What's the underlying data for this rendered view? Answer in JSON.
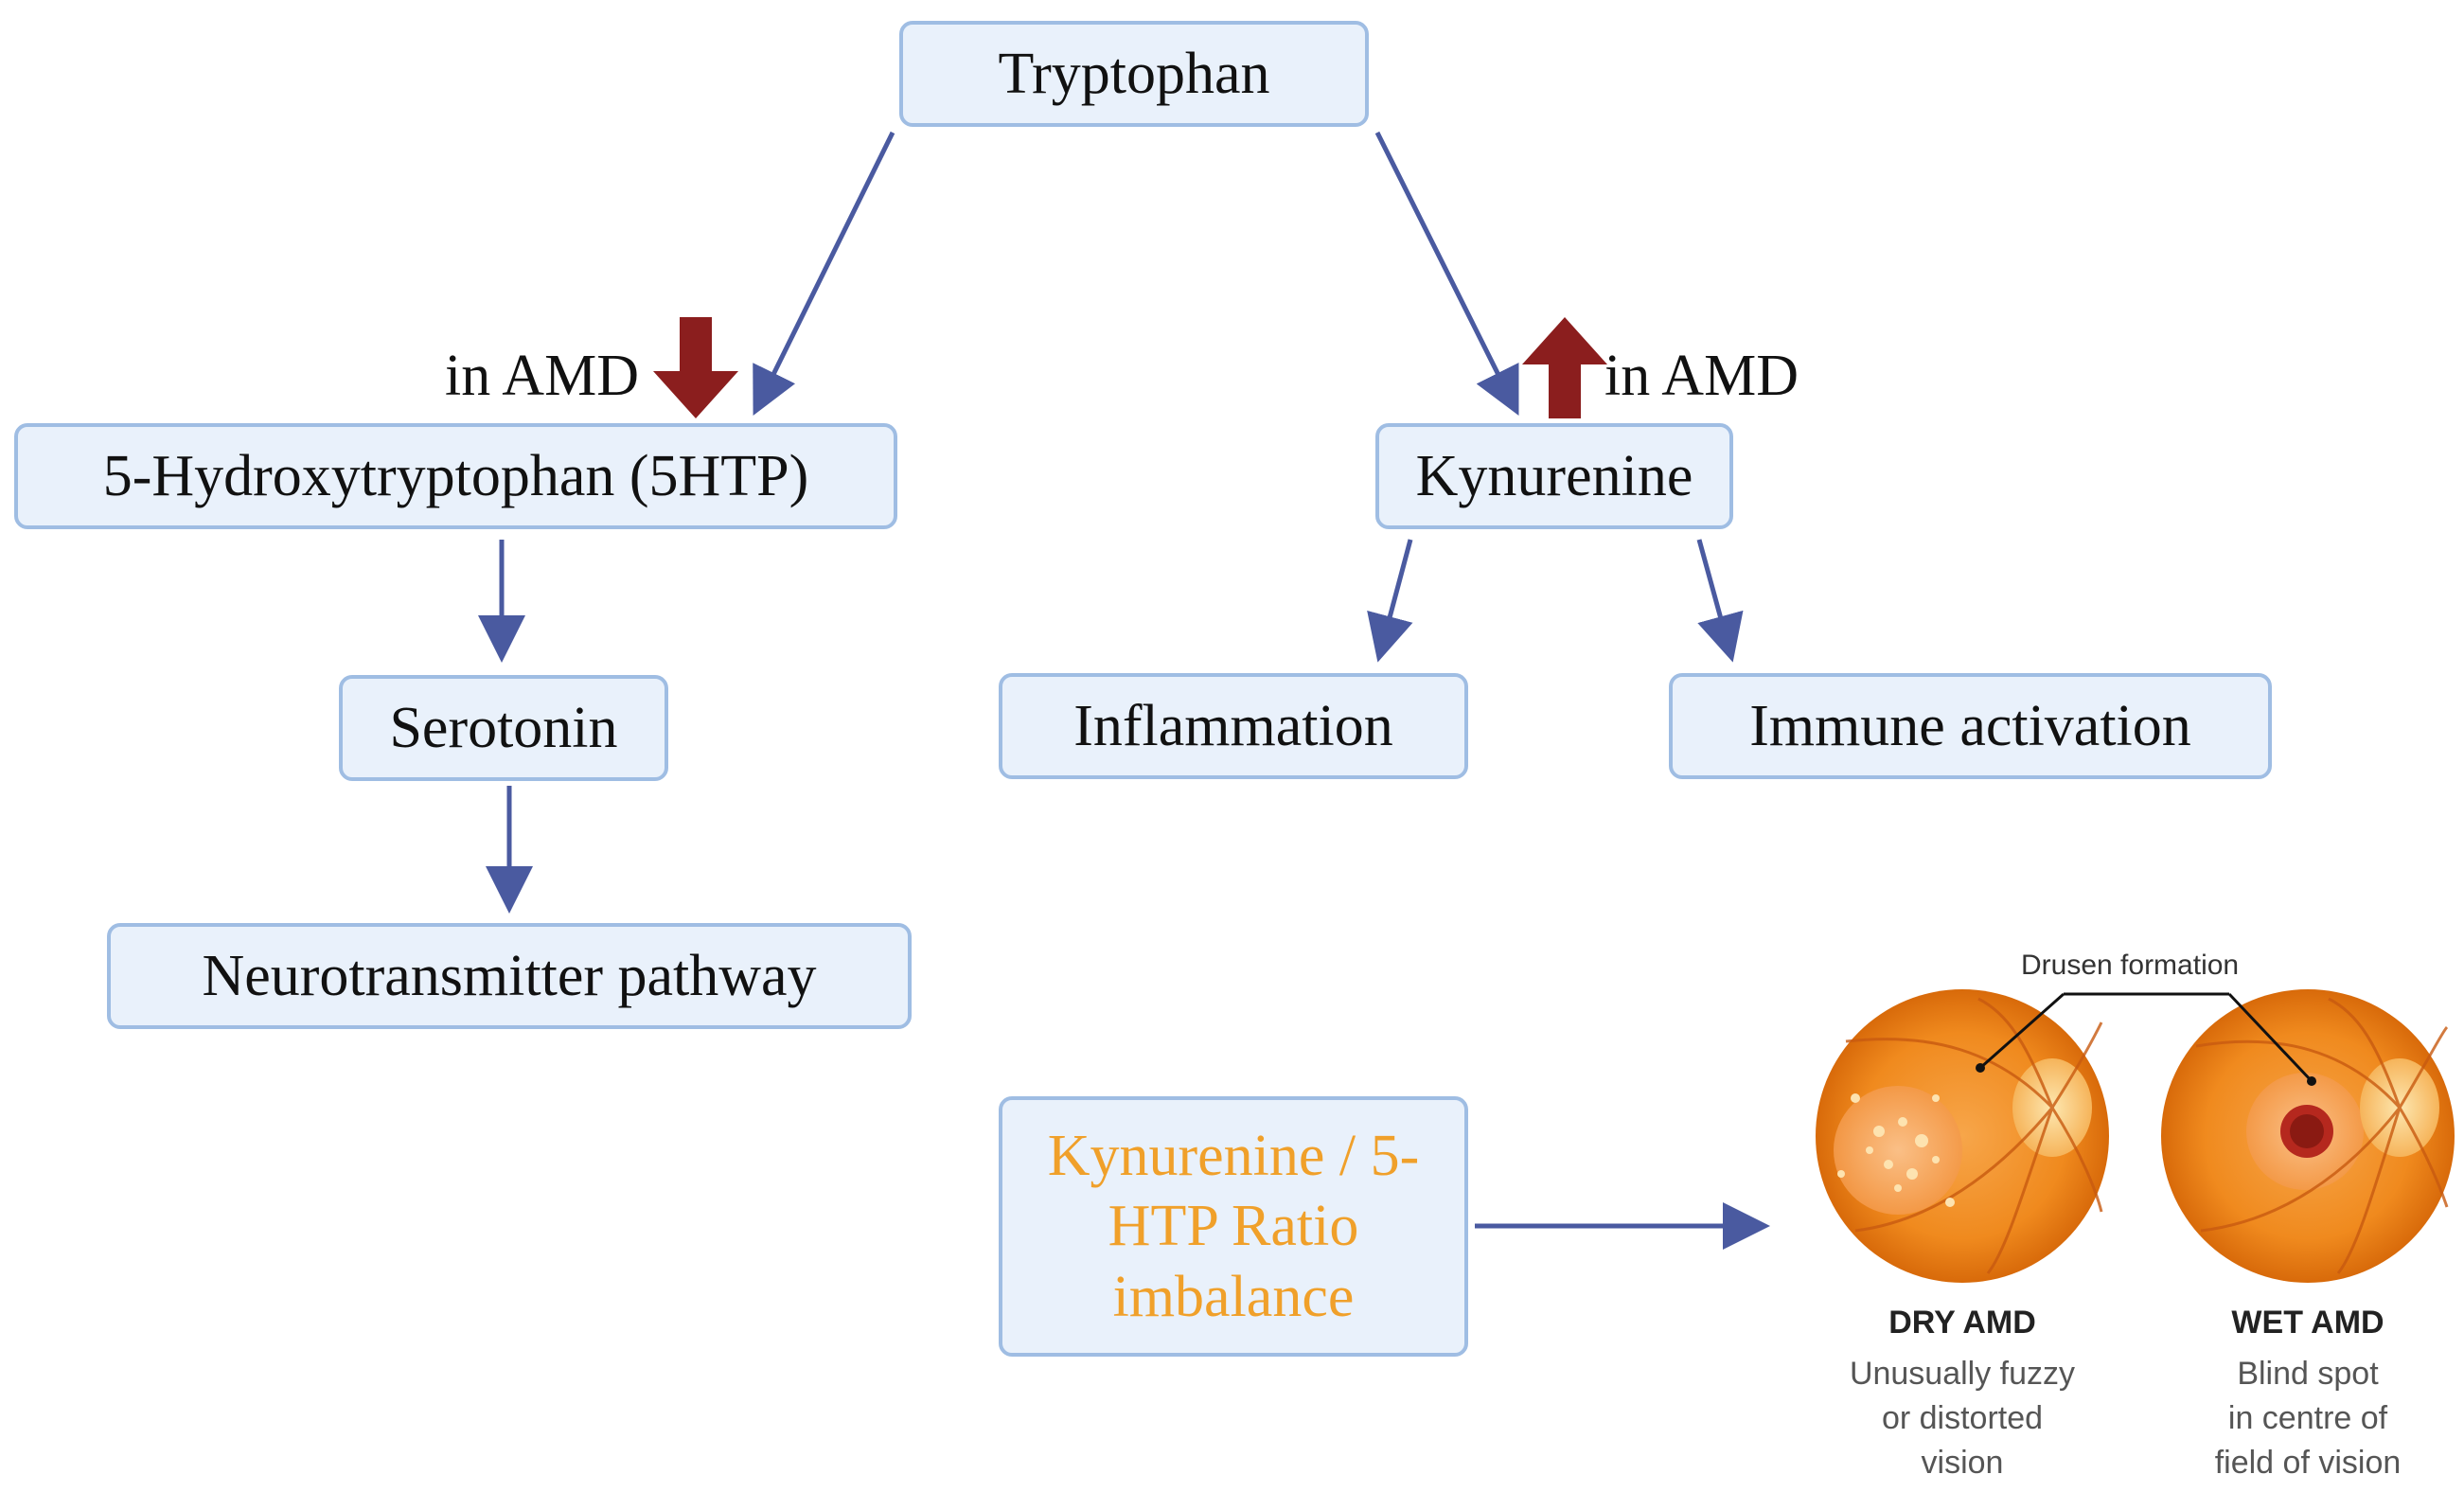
{
  "nodes": {
    "tryptophan": "Tryptophan",
    "htp": "5-Hydroxytryptophan (5HTP)",
    "serotonin": "Serotonin",
    "neurotransmitter": "Neurotransmitter pathway",
    "kynurenine": "Kynurenine",
    "inflammation": "Inflammation",
    "immune": "Immune activation",
    "ratio": "Kynurenine / 5-HTP Ratio imbalance"
  },
  "indicators": {
    "htp_label": "in AMD",
    "htp_direction": "down",
    "kynurenine_label": "in AMD",
    "kynurenine_direction": "up"
  },
  "eyes": {
    "drusen_label": "Drusen formation",
    "dry": {
      "title": "DRY AMD",
      "description": "Unusually fuzzy\nor distorted\nvision"
    },
    "wet": {
      "title": "WET AMD",
      "description": "Blind spot\nin centre of\nfield of vision"
    }
  },
  "colors": {
    "box_fill": "#e9f1fb",
    "box_border": "#9fbde3",
    "flow_arrow": "#4a5aa0",
    "indicator_arrow": "#8b1e1e",
    "ratio_text": "#f0a02a"
  }
}
